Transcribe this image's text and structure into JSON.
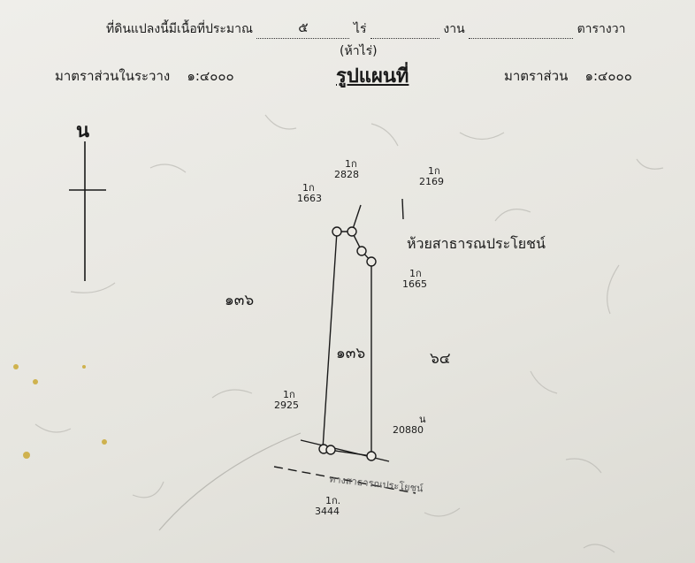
{
  "header": {
    "area_label": "ที่ดินแปลงนี้มีเนื้อที่ประมาณ",
    "area_rai": "๕",
    "rai_unit": "ไร่",
    "ngan_unit": "งาน",
    "wa_unit": "ตารางวา",
    "rai_words": "(ห้าไร่)"
  },
  "scale": {
    "left_label": "มาตราส่วนในระวาง",
    "left_value": "๑:๔๐๐๐",
    "right_label": "มาตราส่วน",
    "right_value": "๑:๔๐๐๐"
  },
  "map": {
    "title": "รูปแผนที่",
    "north_label": "น",
    "parcels": {
      "p1663": {
        "prefix": "1ก",
        "num": "1663"
      },
      "p2828": {
        "prefix": "1ก",
        "num": "2828"
      },
      "p2169": {
        "prefix": "1ก",
        "num": "2169"
      },
      "p1665": {
        "prefix": "1ก",
        "num": "1665"
      },
      "p2925": {
        "prefix": "1ก",
        "num": "2925"
      },
      "p20880": {
        "prefix": "น",
        "num": "20880"
      },
      "p3444": {
        "prefix": "1ก.",
        "num": "3444"
      }
    },
    "adjacent_left": "๑๓๖",
    "subject_parcel": "๑๓๖",
    "adjacent_right": "๖๔",
    "public_label": "ห้วยสาธารณประโยชน์",
    "road_label": "ทางสาธารณประโยชน์"
  }
}
